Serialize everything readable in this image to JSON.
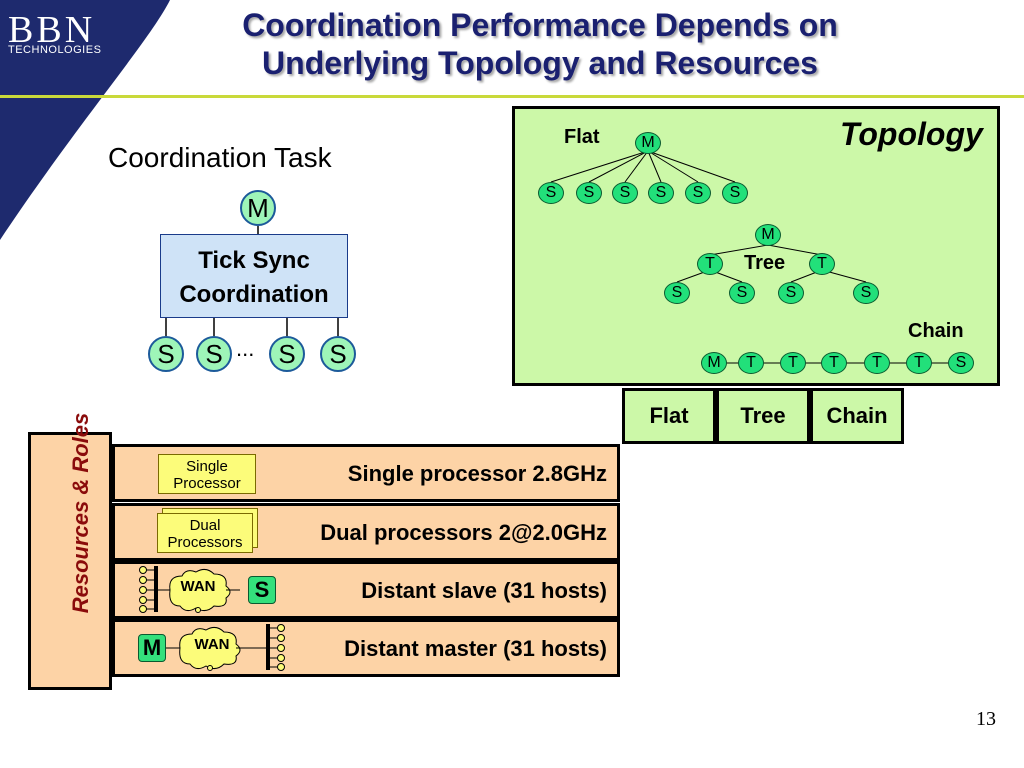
{
  "logo": {
    "name": "BBN",
    "subtitle": "TECHNOLOGIES"
  },
  "title": {
    "line1": "Coordination Performance Depends on",
    "line2": "Underlying Topology and Resources"
  },
  "task": {
    "heading": "Coordination Task",
    "master": "M",
    "box_line1": "Tick Sync",
    "box_line2": "Coordination",
    "slaves": [
      "S",
      "S",
      "S",
      "S"
    ],
    "ellipsis": "..."
  },
  "topology": {
    "title": "Topology",
    "flat": {
      "label": "Flat",
      "master": "M",
      "slaves": [
        "S",
        "S",
        "S",
        "S",
        "S",
        "S"
      ]
    },
    "tree": {
      "label": "Tree",
      "root": "M",
      "mids": [
        "T",
        "T"
      ],
      "leaves": [
        "S",
        "S",
        "S",
        "S"
      ]
    },
    "chain": {
      "label": "Chain",
      "nodes": [
        "M",
        "T",
        "T",
        "T",
        "T",
        "T",
        "S"
      ]
    },
    "tabs": [
      "Flat",
      "Tree",
      "Chain"
    ]
  },
  "resources": {
    "side_label": "Resources & Roles",
    "rows": [
      {
        "icon_line1": "Single",
        "icon_line2": "Processor",
        "label": "Single processor 2.8GHz"
      },
      {
        "icon_line1": "Dual",
        "icon_line2": "Processors",
        "label": "Dual processors 2@2.0GHz"
      },
      {
        "wan": "WAN",
        "role": "S",
        "label": "Distant slave (31 hosts)"
      },
      {
        "wan": "WAN",
        "role": "M",
        "label": "Distant master (31 hosts)"
      }
    ]
  },
  "page_number": "13",
  "colors": {
    "title": "#1a2070",
    "topology_bg": "#ccf8a8",
    "resource_bg": "#fdd3a6",
    "node_green": "#22e07a",
    "task_box": "#cfe3f7",
    "accent_line": "#c9d93a"
  }
}
